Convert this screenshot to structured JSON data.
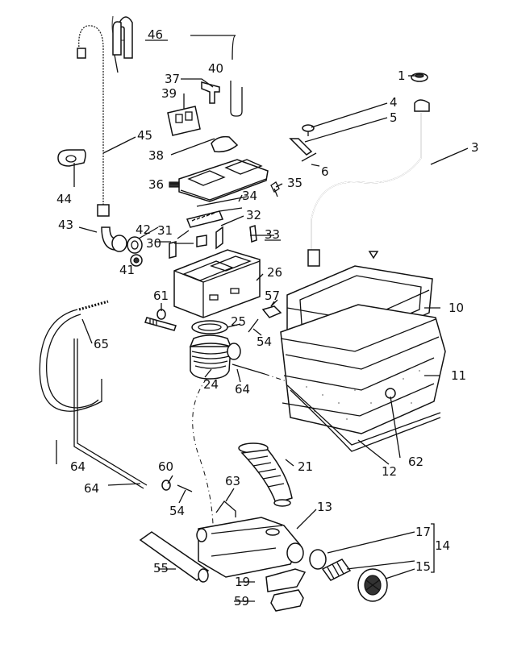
{
  "labels": [
    {
      "id": "p1",
      "text": "1"
    },
    {
      "id": "p3",
      "text": "3"
    },
    {
      "id": "p4",
      "text": "4"
    },
    {
      "id": "p5",
      "text": "5"
    },
    {
      "id": "p6",
      "text": "6"
    },
    {
      "id": "p10",
      "text": "10"
    },
    {
      "id": "p11",
      "text": "11"
    },
    {
      "id": "p12",
      "text": "12"
    },
    {
      "id": "p13",
      "text": "13"
    },
    {
      "id": "p14",
      "text": "14"
    },
    {
      "id": "p15",
      "text": "15"
    },
    {
      "id": "p17",
      "text": "17"
    },
    {
      "id": "p19",
      "text": "19"
    },
    {
      "id": "p21",
      "text": "21"
    },
    {
      "id": "p24",
      "text": "24"
    },
    {
      "id": "p25",
      "text": "25"
    },
    {
      "id": "p26",
      "text": "26"
    },
    {
      "id": "p30",
      "text": "30"
    },
    {
      "id": "p31",
      "text": "31"
    },
    {
      "id": "p32",
      "text": "32"
    },
    {
      "id": "p33",
      "text": "33"
    },
    {
      "id": "p34",
      "text": "34"
    },
    {
      "id": "p35",
      "text": "35"
    },
    {
      "id": "p36",
      "text": "36"
    },
    {
      "id": "p37",
      "text": "37"
    },
    {
      "id": "p38",
      "text": "38"
    },
    {
      "id": "p39",
      "text": "39"
    },
    {
      "id": "p40",
      "text": "40"
    },
    {
      "id": "p41",
      "text": "41"
    },
    {
      "id": "p42",
      "text": "42"
    },
    {
      "id": "p43",
      "text": "43"
    },
    {
      "id": "p44",
      "text": "44"
    },
    {
      "id": "p45",
      "text": "45"
    },
    {
      "id": "p46",
      "text": "46"
    },
    {
      "id": "p54a",
      "text": "54"
    },
    {
      "id": "p54b",
      "text": "54"
    },
    {
      "id": "p55",
      "text": "55"
    },
    {
      "id": "p57",
      "text": "57"
    },
    {
      "id": "p59",
      "text": "59"
    },
    {
      "id": "p60",
      "text": "60"
    },
    {
      "id": "p61",
      "text": "61"
    },
    {
      "id": "p62",
      "text": "62"
    },
    {
      "id": "p63",
      "text": "63"
    },
    {
      "id": "p64a",
      "text": "64"
    },
    {
      "id": "p64b",
      "text": "64"
    },
    {
      "id": "p64c",
      "text": "64"
    },
    {
      "id": "p65",
      "text": "65"
    }
  ]
}
